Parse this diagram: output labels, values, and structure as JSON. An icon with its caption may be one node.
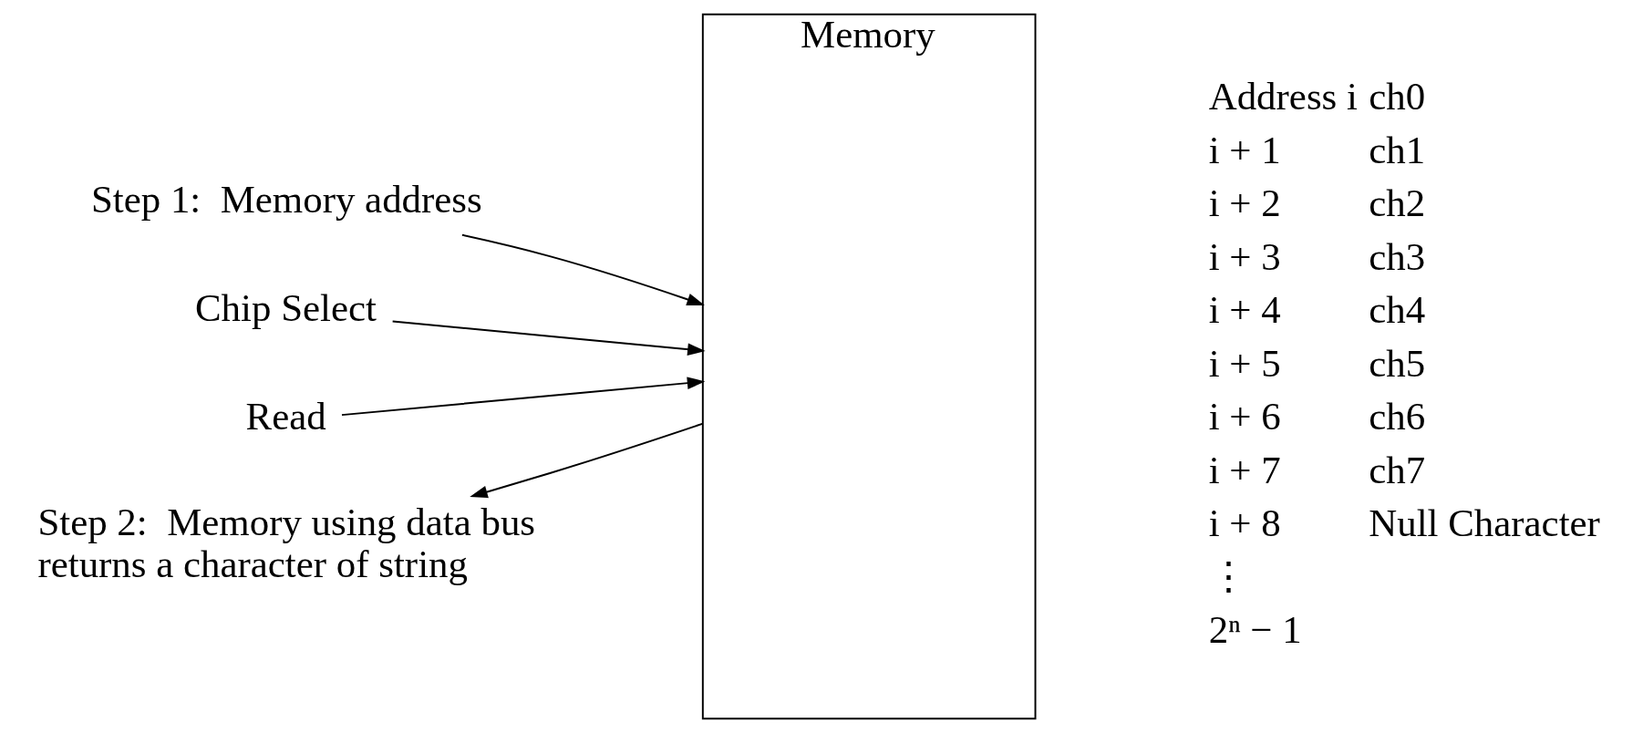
{
  "diagram": {
    "nodes": [
      {
        "text": [
          "Memory"
        ]
      },
      {
        "text": [
          "Step 1:  Memory address"
        ]
      },
      {
        "text": [
          "Chip Select"
        ]
      },
      {
        "text": [
          "Read"
        ]
      },
      {
        "text": [
          "Step 2:  Memory using data bus returns a character of string"
        ]
      }
    ],
    "edges": [
      {
        "from": 1,
        "to": 0,
        "arrow": "to"
      },
      {
        "from": 2,
        "to": 0,
        "arrow": "to"
      },
      {
        "from": 3,
        "to": 0,
        "arrow": "to"
      },
      {
        "from": 0,
        "to": 4,
        "arrow": "to"
      }
    ],
    "labels": [
      "Address i",
      "ch0",
      "i + 1",
      "ch1",
      "i + 2",
      "ch2",
      "i + 3",
      "ch3",
      "i + 4",
      "ch4",
      "i + 5",
      "ch5",
      "i + 6",
      "ch6",
      "i + 7",
      "ch7",
      "i + 8",
      "Null Character",
      "⋮",
      "2ⁿ − 1"
    ]
  }
}
